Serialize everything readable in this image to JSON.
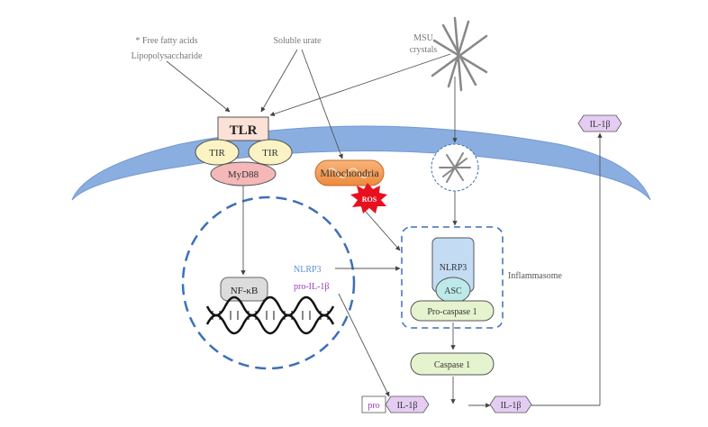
{
  "inputs": {
    "ffa_label": "* Free fatty acids",
    "lps_label": "Lipopolysaccharide",
    "urate_label": "Soluble urate",
    "msu_label_1": "MSU",
    "msu_label_2": "crystals"
  },
  "receptor": {
    "tlr": "TLR",
    "tir_left": "TIR",
    "tir_right": "TIR",
    "myd88": "MyD88"
  },
  "organelle": {
    "mitochondria": "Mitochondria",
    "ros": "ROS"
  },
  "nucleus": {
    "nfkb": "NF-κB",
    "nlrp3_gene": "NLRP3",
    "pro_il1b_gene": "pro-IL-1β"
  },
  "inflammasome": {
    "label": "Inflammasome",
    "nlrp3": "NLRP3",
    "asc": "ASC",
    "procaspase": "Pro-caspase 1"
  },
  "products": {
    "caspase1": "Caspase 1",
    "pro_prefix": "pro",
    "il1b_bottom_left": "IL-1β",
    "il1b_bottom_right": "IL-1β",
    "il1b_secreted": "IL-1β"
  },
  "colors": {
    "membrane": "#8aaee0",
    "nucleus_dash": "#3d6fb8",
    "tlr_fill": "#fbe1d6",
    "tir_fill": "#fbf3c4",
    "myd88_fill": "#f4b8b8",
    "mito_fill": "#f5a05a",
    "ros_fill": "#e8101e",
    "nfkb_fill": "#dcdcdc",
    "nlrp3_text": "#5b8fd6",
    "il1b_text": "#9a3cc0",
    "il1b_fill": "#e4ccf2",
    "nlrp3_fill": "#c3dcf4",
    "asc_fill": "#bde9e9",
    "caspase_fill": "#e6f3cf"
  }
}
